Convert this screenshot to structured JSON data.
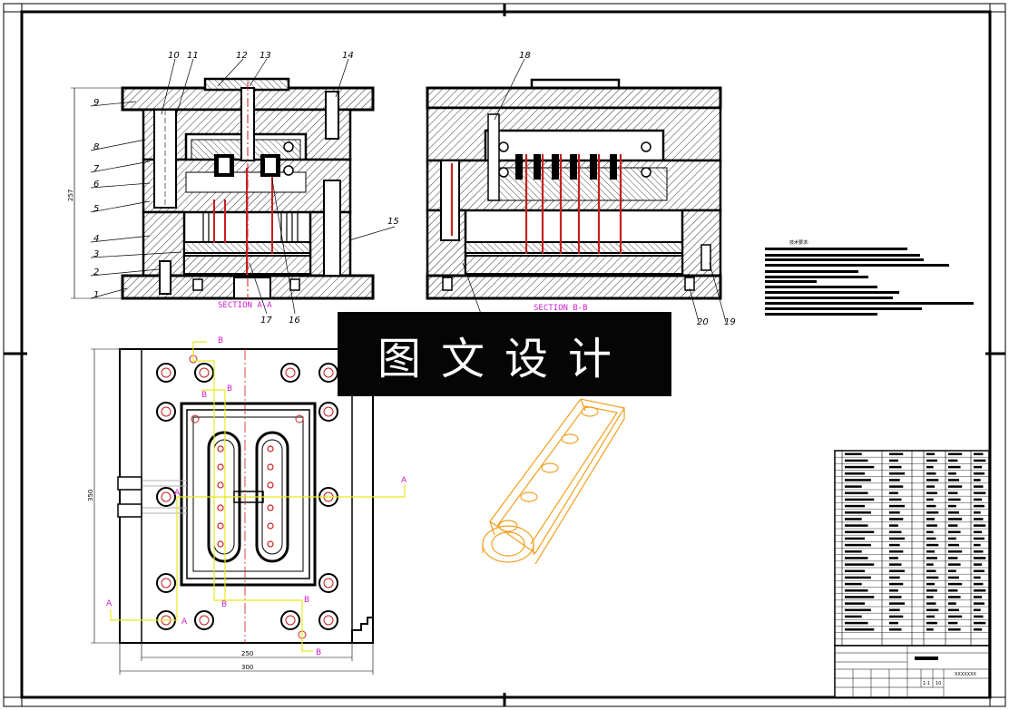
{
  "part_numbers_left": [
    "1",
    "2",
    "3",
    "4",
    "5",
    "6",
    "7",
    "8",
    "9",
    "10",
    "11",
    "12",
    "13",
    "14",
    "15",
    "16",
    "17"
  ],
  "part_numbers_right": [
    "18",
    "19",
    "20"
  ],
  "section_labels": {
    "aa": "SECTION A-A",
    "bb": "SECTION B-B"
  },
  "section_markers": {
    "a": "A",
    "b": "B"
  },
  "dimensions": {
    "height_front": "257",
    "height_plan": "350",
    "width_inner": "250",
    "width_outer": "300"
  },
  "tech_requirements_title": "技术要求:",
  "watermark": "图文设计",
  "title_block": {
    "drawing_number": "XXXXXXX",
    "scale": "1:1",
    "sheet": "10"
  },
  "colors": {
    "frame": "#000000",
    "section_text": "#d01cd0",
    "cooling": "#e8e81a",
    "ejector": "#c81e1e",
    "part_3d": "#f0a020",
    "watermark_bg": "#050505"
  }
}
